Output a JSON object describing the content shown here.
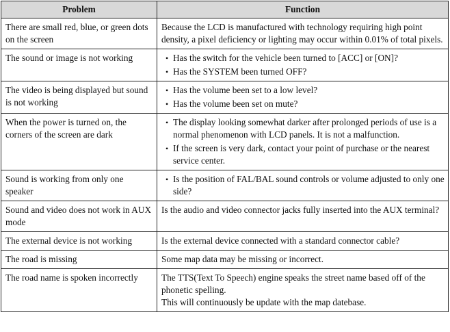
{
  "header": {
    "problem": "Problem",
    "function": "Function"
  },
  "rows": [
    {
      "problem": "There are small red, blue, or green dots on the screen",
      "lines": [
        "Because the LCD is manufactured with technology requiring high point density, a pixel deficiency or lighting may occur within 0.01% of total pixels."
      ]
    },
    {
      "problem": "The sound or image is not working",
      "bullets": [
        "Has the switch for the vehicle been turned to [ACC] or [ON]?",
        "Has the SYSTEM been turned OFF?"
      ]
    },
    {
      "problem": "The video is being displayed but sound is not working",
      "bullets": [
        "Has the volume been set to a low level?",
        "Has the volume been set on mute?"
      ]
    },
    {
      "problem": "When the power is turned on, the corners of the screen are dark",
      "bullets": [
        "The display looking somewhat darker after prolonged periods of use is a normal phenomenon with LCD panels. It is not a malfunction.",
        "If the screen is very dark, contact your point of purchase or the nearest service center."
      ]
    },
    {
      "problem": "Sound is working from only one speaker",
      "bullets": [
        "Is the position of FAL/BAL sound controls or volume adjusted to only one side?"
      ]
    },
    {
      "problem": "Sound and video does not work in AUX mode",
      "lines": [
        "Is the audio and video connector jacks fully inserted into the AUX terminal?"
      ]
    },
    {
      "problem": "The external device is not working",
      "lines": [
        "Is the external device connected with a standard connector cable?"
      ]
    },
    {
      "problem": "The road is missing",
      "lines": [
        "Some map data may be missing or incorrect."
      ]
    },
    {
      "problem": "The road name is spoken incorrectly",
      "lines": [
        "The TTS(Text To Speech) engine speaks the street name based off of the phonetic spelling.",
        "This will continuously be update with the map datebase."
      ]
    }
  ],
  "bullet_glyph": "•"
}
